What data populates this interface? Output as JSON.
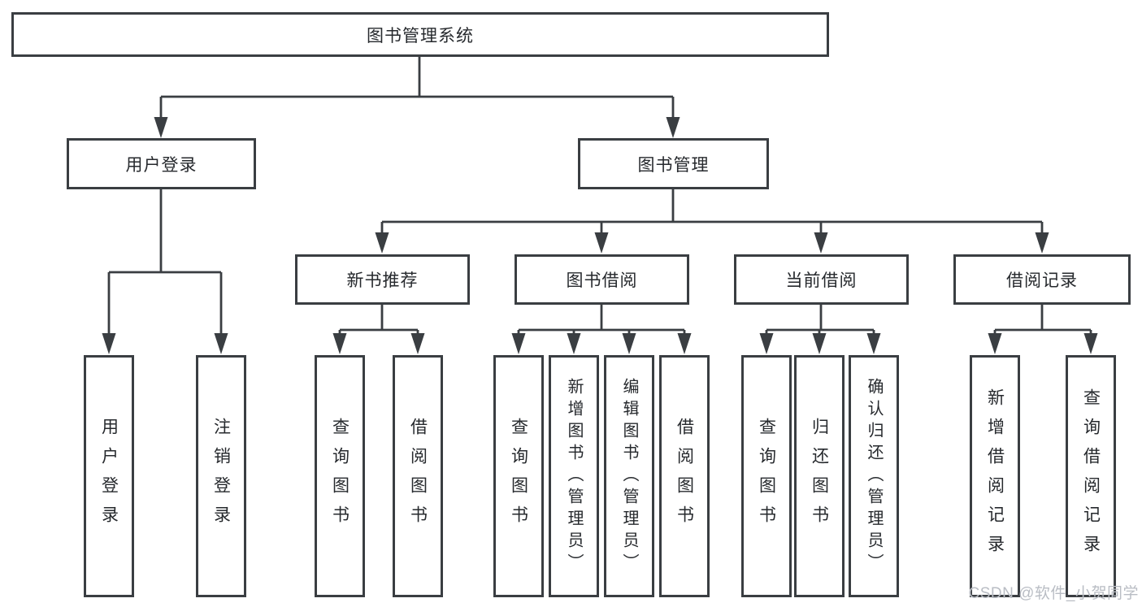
{
  "diagram": {
    "root": {
      "label": "图书管理系统"
    },
    "level2": {
      "user_login": {
        "label": "用户登录"
      },
      "book_management": {
        "label": "图书管理"
      }
    },
    "level3": {
      "new_book_recommend": {
        "label": "新书推荐"
      },
      "book_borrowing": {
        "label": "图书借阅"
      },
      "current_borrowing": {
        "label": "当前借阅"
      },
      "borrowing_records": {
        "label": "借阅记录"
      }
    },
    "leaves": {
      "user_login": {
        "label": "用户登录"
      },
      "logout": {
        "label": "注销登录"
      },
      "rec_query_books": {
        "label": "查询图书"
      },
      "rec_borrow_books": {
        "label": "借阅图书"
      },
      "bor_query_books": {
        "label": "查询图书"
      },
      "bor_add_books_admin": {
        "label": "新增图书（管理员）"
      },
      "bor_edit_books_admin": {
        "label": "编辑图书（管理员）"
      },
      "bor_borrow_books": {
        "label": "借阅图书"
      },
      "cur_query_books": {
        "label": "查询图书"
      },
      "cur_return_books": {
        "label": "归还图书"
      },
      "cur_confirm_return_admin": {
        "label": "确认归还（管理员）"
      },
      "rec_add_borrow_record": {
        "label": "新增借阅记录"
      },
      "rec_query_borrow_record": {
        "label": "查询借阅记录"
      }
    },
    "colors": {
      "line": "#3a3e42",
      "text": "#26292d",
      "background": "#ffffff",
      "watermark_text": "#b9bdc4"
    }
  },
  "watermark": {
    "label": "CSDN @软件_小贺同学"
  }
}
